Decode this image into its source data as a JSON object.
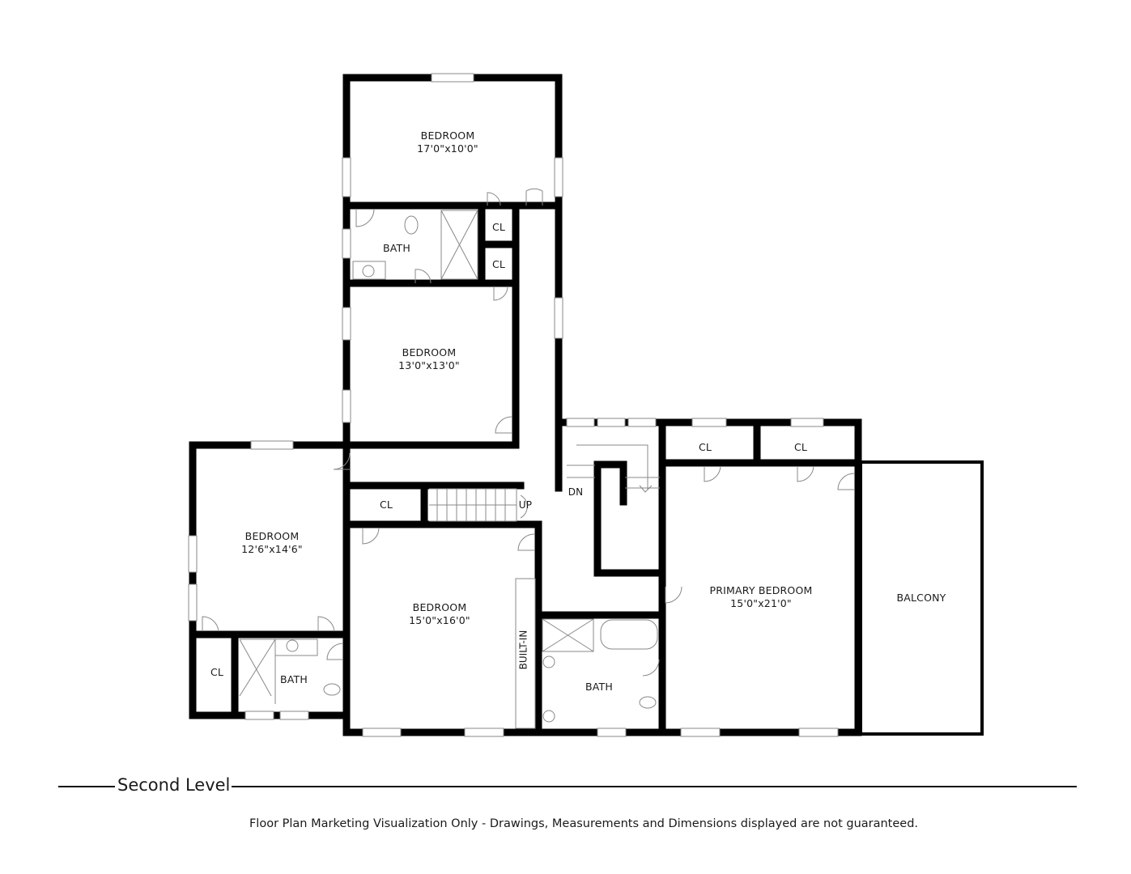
{
  "plan": {
    "level_title": "Second Level",
    "disclaimer": "Floor Plan Marketing Visualization Only - Drawings, Measurements and Dimensions displayed are not guaranteed.",
    "wall_color": "#000000",
    "fixture_color": "#888888",
    "rooms": [
      {
        "id": "bedroom-1",
        "name": "BEDROOM",
        "dims": "17'0\"x10'0\""
      },
      {
        "id": "bath-1",
        "name": "BATH",
        "dims": ""
      },
      {
        "id": "cl-1",
        "name": "CL",
        "dims": ""
      },
      {
        "id": "cl-2",
        "name": "CL",
        "dims": ""
      },
      {
        "id": "bedroom-2",
        "name": "BEDROOM",
        "dims": "13'0\"x13'0\""
      },
      {
        "id": "bedroom-3",
        "name": "BEDROOM",
        "dims": "12'6\"x14'6\""
      },
      {
        "id": "cl-3",
        "name": "CL",
        "dims": ""
      },
      {
        "id": "bath-2",
        "name": "BATH",
        "dims": ""
      },
      {
        "id": "cl-4",
        "name": "CL",
        "dims": ""
      },
      {
        "id": "bedroom-4",
        "name": "BEDROOM",
        "dims": "15'0\"x16'0\""
      },
      {
        "id": "built-in",
        "name": "BUILT-IN",
        "dims": ""
      },
      {
        "id": "bath-3",
        "name": "BATH",
        "dims": ""
      },
      {
        "id": "cl-5",
        "name": "CL",
        "dims": ""
      },
      {
        "id": "cl-6",
        "name": "CL",
        "dims": ""
      },
      {
        "id": "primary-bedroom",
        "name": "PRIMARY BEDROOM",
        "dims": "15'0\"x21'0\""
      },
      {
        "id": "balcony",
        "name": "BALCONY",
        "dims": ""
      }
    ],
    "stairs": {
      "down_label": "DN",
      "up_label": "UP"
    }
  }
}
